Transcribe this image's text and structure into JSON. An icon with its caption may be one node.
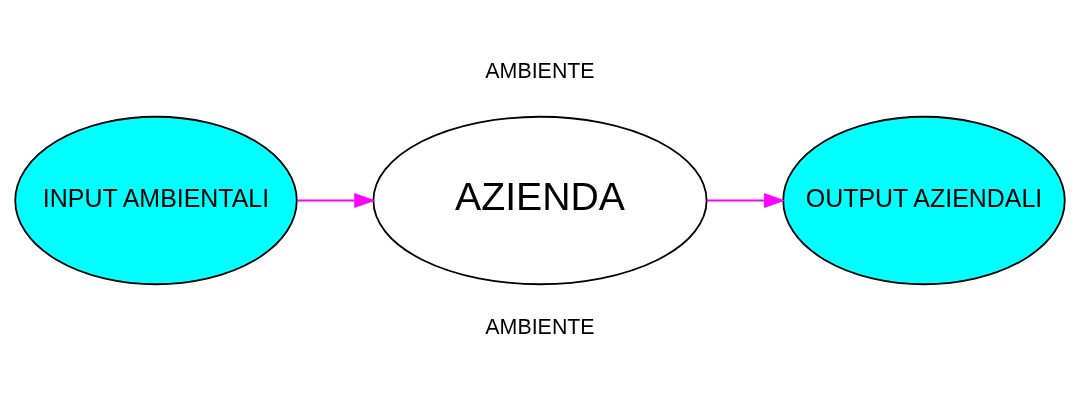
{
  "diagram": {
    "nodes": [
      {
        "text": [
          "INPUT AMBIENTALI"
        ]
      },
      {
        "text": [
          "AZIENDA"
        ]
      },
      {
        "text": [
          "OUTPUT AZIENDALI"
        ]
      }
    ],
    "edges": [
      {
        "from": 0,
        "to": 1,
        "arrow": "to",
        "color": "#ff00ff"
      },
      {
        "from": 1,
        "to": 2,
        "arrow": "to",
        "color": "#ff00ff"
      }
    ],
    "labels": [
      "AMBIENTE",
      "AMBIENTE"
    ]
  }
}
